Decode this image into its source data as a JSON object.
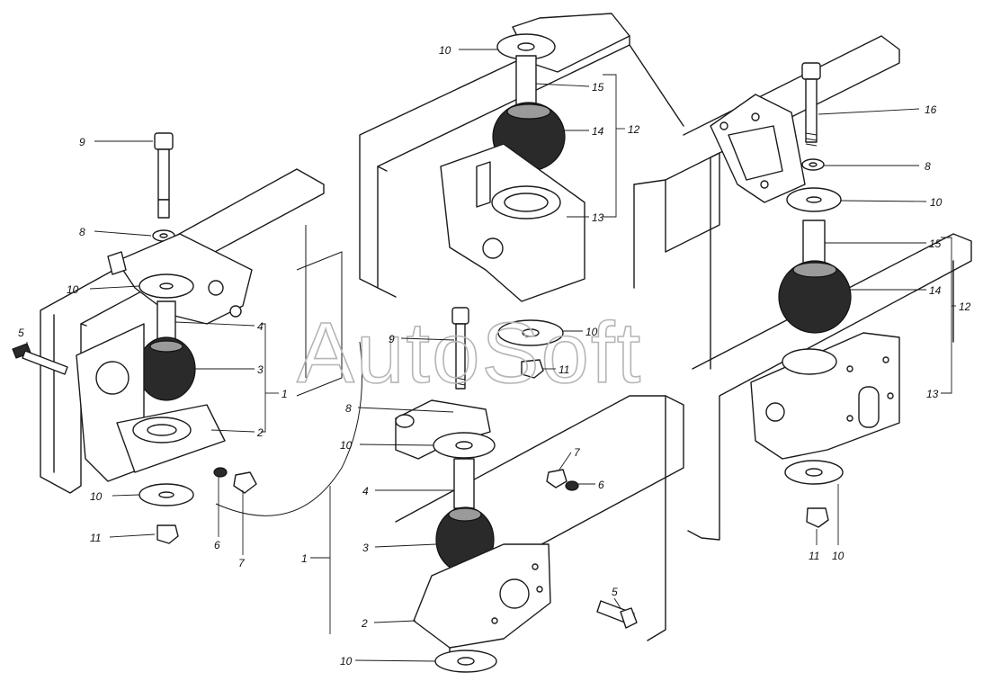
{
  "watermark": "AutoSoft",
  "callouts": {
    "left": [
      "9",
      "8",
      "10",
      "5",
      "4",
      "3",
      "1",
      "2",
      "10",
      "11",
      "6",
      "7",
      "1"
    ],
    "top": [
      "10",
      "15",
      "14",
      "12",
      "13"
    ],
    "center": [
      "9",
      "10",
      "11",
      "8",
      "10",
      "7",
      "6",
      "4",
      "3",
      "5",
      "2",
      "10"
    ],
    "right": [
      "16",
      "8",
      "10",
      "15",
      "14",
      "12",
      "13",
      "11",
      "10"
    ]
  }
}
